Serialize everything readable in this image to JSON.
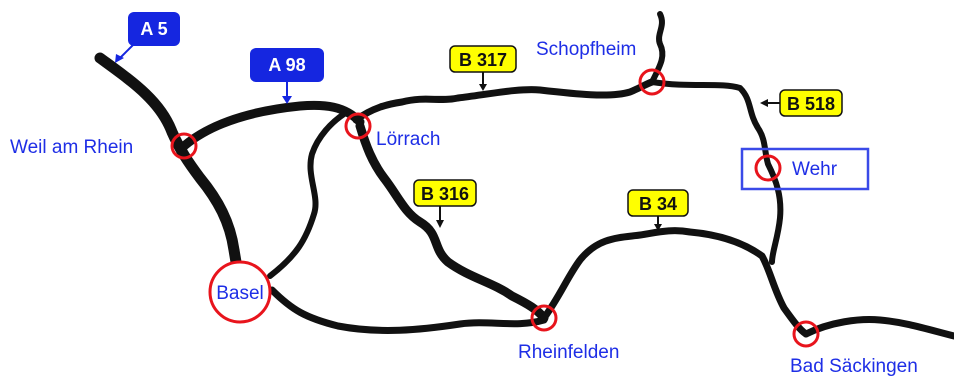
{
  "towns": {
    "weil_am_rhein": "Weil am Rhein",
    "loerrach": "Lörrach",
    "schopfheim": "Schopfheim",
    "wehr": "Wehr",
    "basel": "Basel",
    "rheinfelden": "Rheinfelden",
    "bad_saeckingen": "Bad Säckingen"
  },
  "motorways": {
    "a5": "A 5",
    "a98": "A 98"
  },
  "federal_roads": {
    "b317": "B 317",
    "b518": "B 518",
    "b316": "B 316",
    "b34": "B 34"
  },
  "colors": {
    "road": "#111111",
    "town_ring": "#e8141c",
    "town_text": "#1e2ee6",
    "motorway_fill": "#1526e0",
    "motorway_text": "#ffffff",
    "federal_fill": "#ffff00",
    "federal_text": "#111111",
    "highlight_box": "#3a4ae8"
  }
}
